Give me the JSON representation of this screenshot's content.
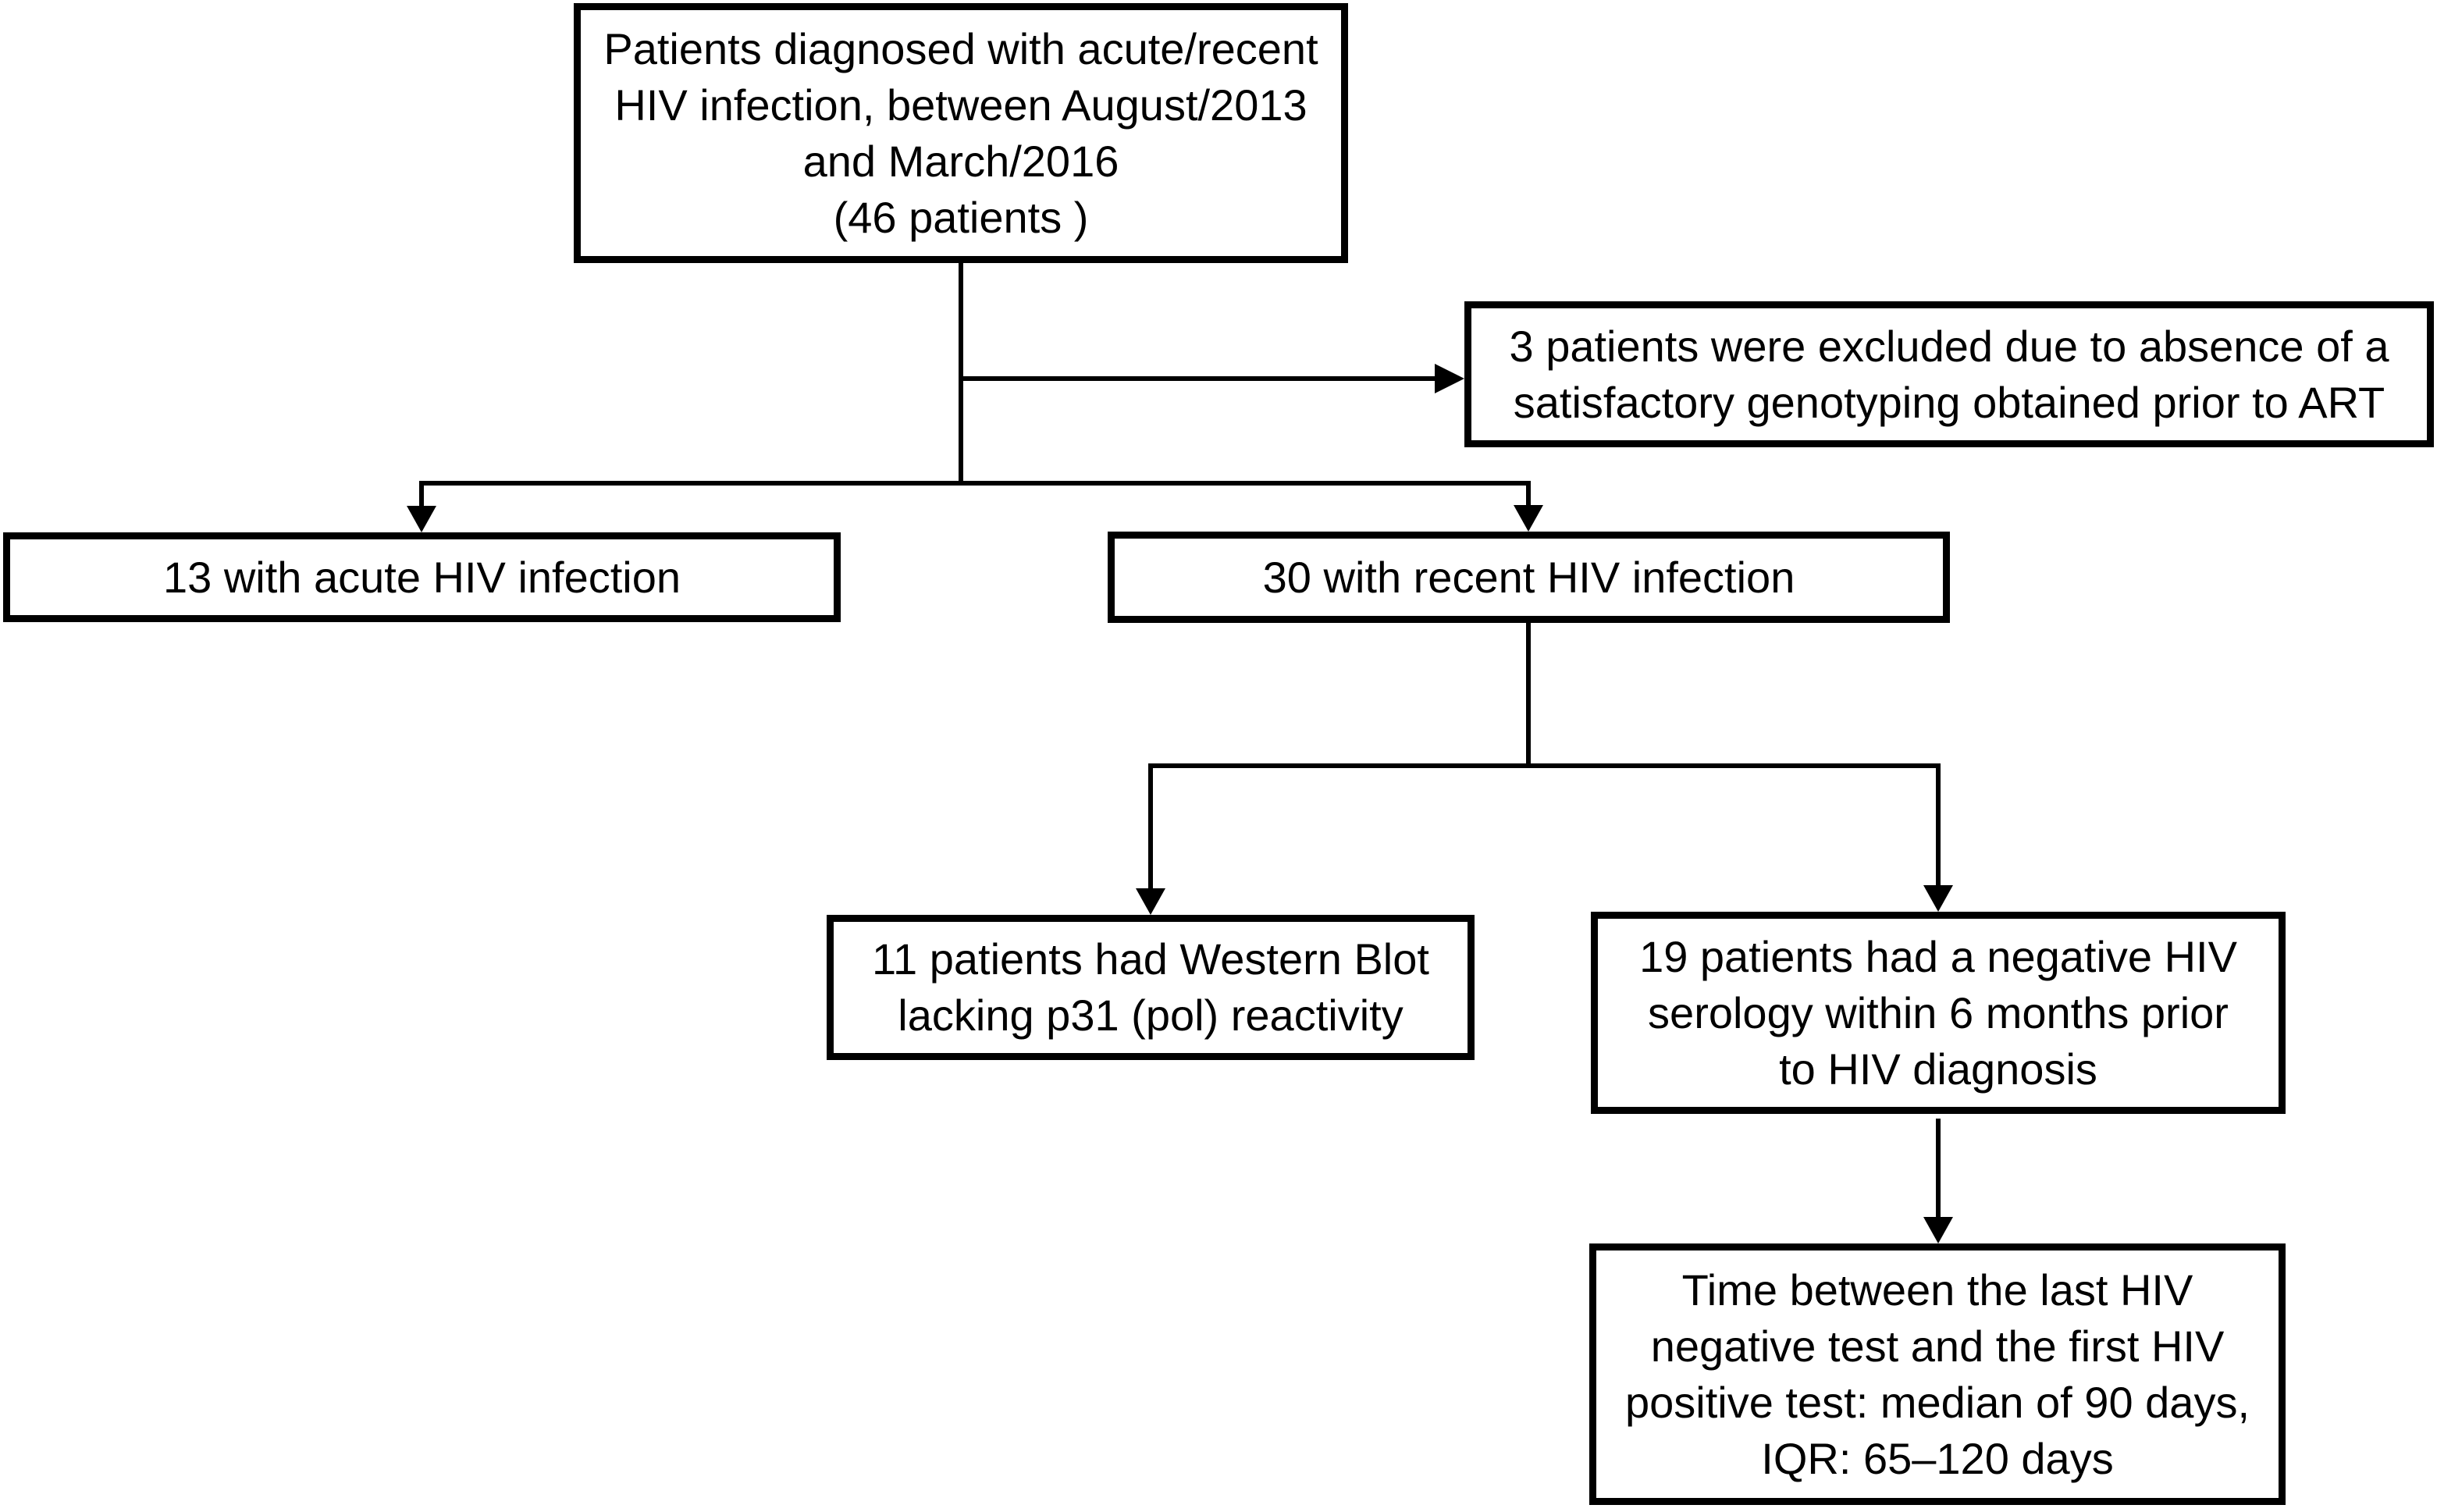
{
  "figure": {
    "type": "flowchart",
    "background_color": "#ffffff",
    "border_color": "#000000",
    "text_color": "#000000"
  },
  "boxes": {
    "source": {
      "text": "Patients diagnosed with acute/recent\nHIV infection, between August/2013\nand March/2016\n(46 patients )"
    },
    "excluded": {
      "text": "3 patients were excluded due to absence of a\nsatisfactory genotyping obtained prior to ART"
    },
    "acute": {
      "text": "13 with acute HIV infection"
    },
    "recent": {
      "text": "30 with recent HIV infection"
    },
    "western_blot": {
      "text": "11 patients had Western Blot\nlacking p31 (pol) reactivity"
    },
    "serology": {
      "text": "19 patients had a negative HIV\nserology within 6 months prior\nto HIV diagnosis"
    },
    "time_window": {
      "text": "Time between the last HIV\nnegative test and the first HIV\npositive test: median of 90 days,\nIQR: 65–120 days"
    }
  }
}
